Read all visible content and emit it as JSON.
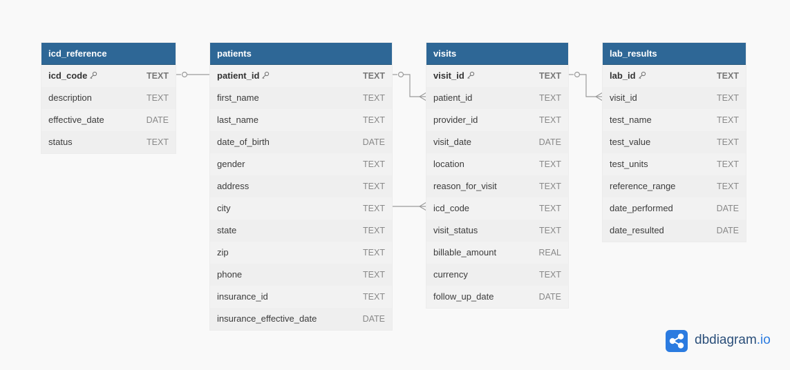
{
  "tables": {
    "icd_reference": {
      "name": "icd_reference",
      "columns": [
        {
          "name": "icd_code",
          "type": "TEXT",
          "pk": true
        },
        {
          "name": "description",
          "type": "TEXT"
        },
        {
          "name": "effective_date",
          "type": "DATE"
        },
        {
          "name": "status",
          "type": "TEXT"
        }
      ]
    },
    "patients": {
      "name": "patients",
      "columns": [
        {
          "name": "patient_id",
          "type": "TEXT",
          "pk": true
        },
        {
          "name": "first_name",
          "type": "TEXT"
        },
        {
          "name": "last_name",
          "type": "TEXT"
        },
        {
          "name": "date_of_birth",
          "type": "DATE"
        },
        {
          "name": "gender",
          "type": "TEXT"
        },
        {
          "name": "address",
          "type": "TEXT"
        },
        {
          "name": "city",
          "type": "TEXT"
        },
        {
          "name": "state",
          "type": "TEXT"
        },
        {
          "name": "zip",
          "type": "TEXT"
        },
        {
          "name": "phone",
          "type": "TEXT"
        },
        {
          "name": "insurance_id",
          "type": "TEXT"
        },
        {
          "name": "insurance_effective_date",
          "type": "DATE"
        }
      ]
    },
    "visits": {
      "name": "visits",
      "columns": [
        {
          "name": "visit_id",
          "type": "TEXT",
          "pk": true
        },
        {
          "name": "patient_id",
          "type": "TEXT"
        },
        {
          "name": "provider_id",
          "type": "TEXT"
        },
        {
          "name": "visit_date",
          "type": "DATE"
        },
        {
          "name": "location",
          "type": "TEXT"
        },
        {
          "name": "reason_for_visit",
          "type": "TEXT"
        },
        {
          "name": "icd_code",
          "type": "TEXT"
        },
        {
          "name": "visit_status",
          "type": "TEXT"
        },
        {
          "name": "billable_amount",
          "type": "REAL"
        },
        {
          "name": "currency",
          "type": "TEXT"
        },
        {
          "name": "follow_up_date",
          "type": "DATE"
        }
      ]
    },
    "lab_results": {
      "name": "lab_results",
      "columns": [
        {
          "name": "lab_id",
          "type": "TEXT",
          "pk": true
        },
        {
          "name": "visit_id",
          "type": "TEXT"
        },
        {
          "name": "test_name",
          "type": "TEXT"
        },
        {
          "name": "test_value",
          "type": "TEXT"
        },
        {
          "name": "test_units",
          "type": "TEXT"
        },
        {
          "name": "reference_range",
          "type": "TEXT"
        },
        {
          "name": "date_performed",
          "type": "DATE"
        },
        {
          "name": "date_resulted",
          "type": "DATE"
        }
      ]
    }
  },
  "relations": [
    {
      "from": "icd_reference.icd_code",
      "to": "patients.patient_id"
    },
    {
      "from": "patients.patient_id",
      "to": "visits.patient_id"
    },
    {
      "from": "visits.visit_id",
      "to": "lab_results.visit_id"
    },
    {
      "from": "patients.city",
      "to": "visits.icd_code"
    }
  ],
  "brand": {
    "name": "dbdiagram",
    "suffix": ".io",
    "icon": "share-nodes-icon"
  },
  "colors": {
    "header": "#2e6796",
    "brand": "#2b7be0",
    "connector": "#999999"
  }
}
